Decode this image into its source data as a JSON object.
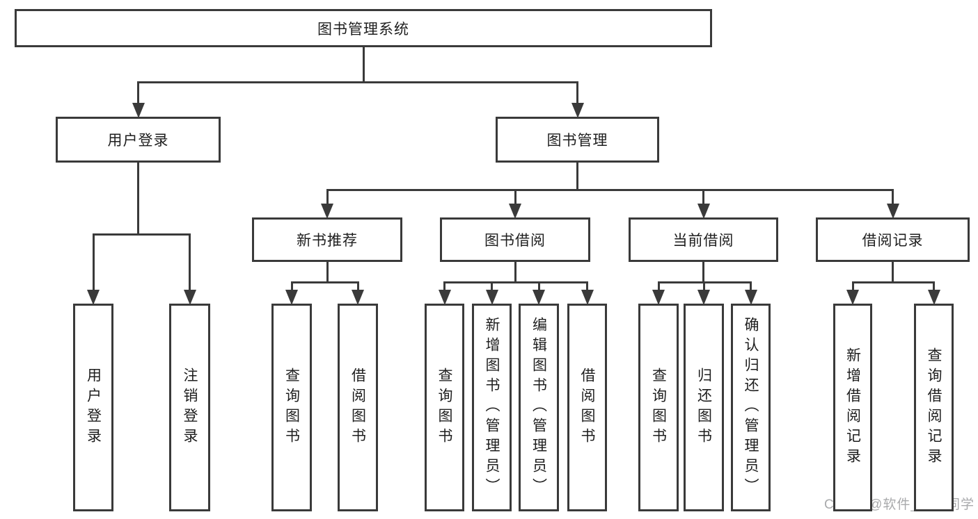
{
  "diagram_title": "图书管理系统",
  "colors": {
    "line": "#3a3a3a",
    "text": "#1e1e1e",
    "background": "#ffffff",
    "watermark": "#a9aaac"
  },
  "watermark": {
    "text": "CSDN @软件_小贺同学"
  },
  "nodes": [
    {
      "id": "system",
      "label": "图书管理系统"
    },
    {
      "id": "user-login",
      "label": "用户登录"
    },
    {
      "id": "book-mgmt",
      "label": "图书管理"
    },
    {
      "id": "new-book-rec",
      "label": "新书推荐"
    },
    {
      "id": "book-borrow",
      "label": "图书借阅"
    },
    {
      "id": "current-borrow",
      "label": "当前借阅"
    },
    {
      "id": "borrow-records",
      "label": "借阅记录"
    },
    {
      "id": "leaf-user-login",
      "label": "用户登录"
    },
    {
      "id": "leaf-logout",
      "label": "注销登录"
    },
    {
      "id": "leaf-query-book-1",
      "label": "查询图书"
    },
    {
      "id": "leaf-borrow-book-1",
      "label": "借阅图书"
    },
    {
      "id": "leaf-query-book-2",
      "label": "查询图书"
    },
    {
      "id": "leaf-add-book",
      "label": "新增图书（管理员）"
    },
    {
      "id": "leaf-edit-book",
      "label": "编辑图书（管理员）"
    },
    {
      "id": "leaf-borrow-book-2",
      "label": "借阅图书"
    },
    {
      "id": "leaf-query-book-3",
      "label": "查询图书"
    },
    {
      "id": "leaf-return-book",
      "label": "归还图书"
    },
    {
      "id": "leaf-confirm-return",
      "label": "确认归还（管理员）"
    },
    {
      "id": "leaf-add-borrow-record",
      "label": "新增借阅记录"
    },
    {
      "id": "leaf-query-borrow-record",
      "label": "查询借阅记录"
    }
  ],
  "hierarchy": {
    "system": [
      "user-login",
      "book-mgmt"
    ],
    "user-login": [
      "leaf-user-login",
      "leaf-logout"
    ],
    "book-mgmt": [
      "new-book-rec",
      "book-borrow",
      "current-borrow",
      "borrow-records"
    ],
    "new-book-rec": [
      "leaf-query-book-1",
      "leaf-borrow-book-1"
    ],
    "book-borrow": [
      "leaf-query-book-2",
      "leaf-add-book",
      "leaf-edit-book",
      "leaf-borrow-book-2"
    ],
    "current-borrow": [
      "leaf-query-book-3",
      "leaf-return-book",
      "leaf-confirm-return"
    ],
    "borrow-records": [
      "leaf-add-borrow-record",
      "leaf-query-borrow-record"
    ]
  }
}
